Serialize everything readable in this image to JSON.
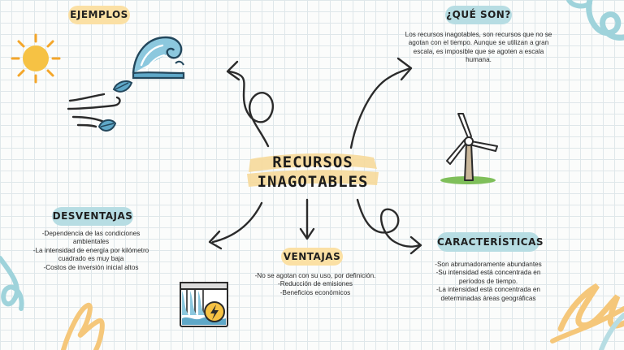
{
  "central_title": {
    "line1": "RECURSOS",
    "line2": "INAGOTABLES"
  },
  "sections": {
    "ejemplos": {
      "label": "EJEMPLOS"
    },
    "que_son": {
      "label": "¿QUÉ SON?",
      "lines": [
        "Los recursos inagotables, son recursos que no se",
        "agotan con el tiempo. Aunque se utilizan a gran",
        "escala, es imposible que se agoten a escala",
        "humana."
      ]
    },
    "desventajas": {
      "label": "DESVENTAJAS",
      "lines": [
        "-Dependencia de las condiciones",
        "ambientales",
        "-La intensidad de energía por kilómetro",
        "cuadrado es muy baja",
        "-Costos de inversión inicial altos"
      ]
    },
    "ventajas": {
      "label": "VENTAJAS",
      "lines": [
        "-No se agotan con su uso, por definición.",
        "-Reducción de emisiones",
        "-Beneficios económicos"
      ]
    },
    "caracteristicas": {
      "label": "CARACTERÍSTICAS",
      "lines": [
        "-Son abrumadoramente abundantes",
        "-Su intensidad está concentrada en",
        "períodos de tiempo.",
        "-La intensidad está concentrada en",
        "determinadas áreas geográficas"
      ]
    }
  },
  "icons": [
    "sun-icon",
    "wave-icon",
    "wind-leaves-icon",
    "wind-turbine-icon",
    "hydro-dam-icon"
  ],
  "colors": {
    "yellow_label": "#fbe0a4",
    "blue_label": "#b7dde3",
    "accent_blue": "#9fd3db",
    "accent_orange": "#f5c77a",
    "sun": "#f6c244"
  }
}
